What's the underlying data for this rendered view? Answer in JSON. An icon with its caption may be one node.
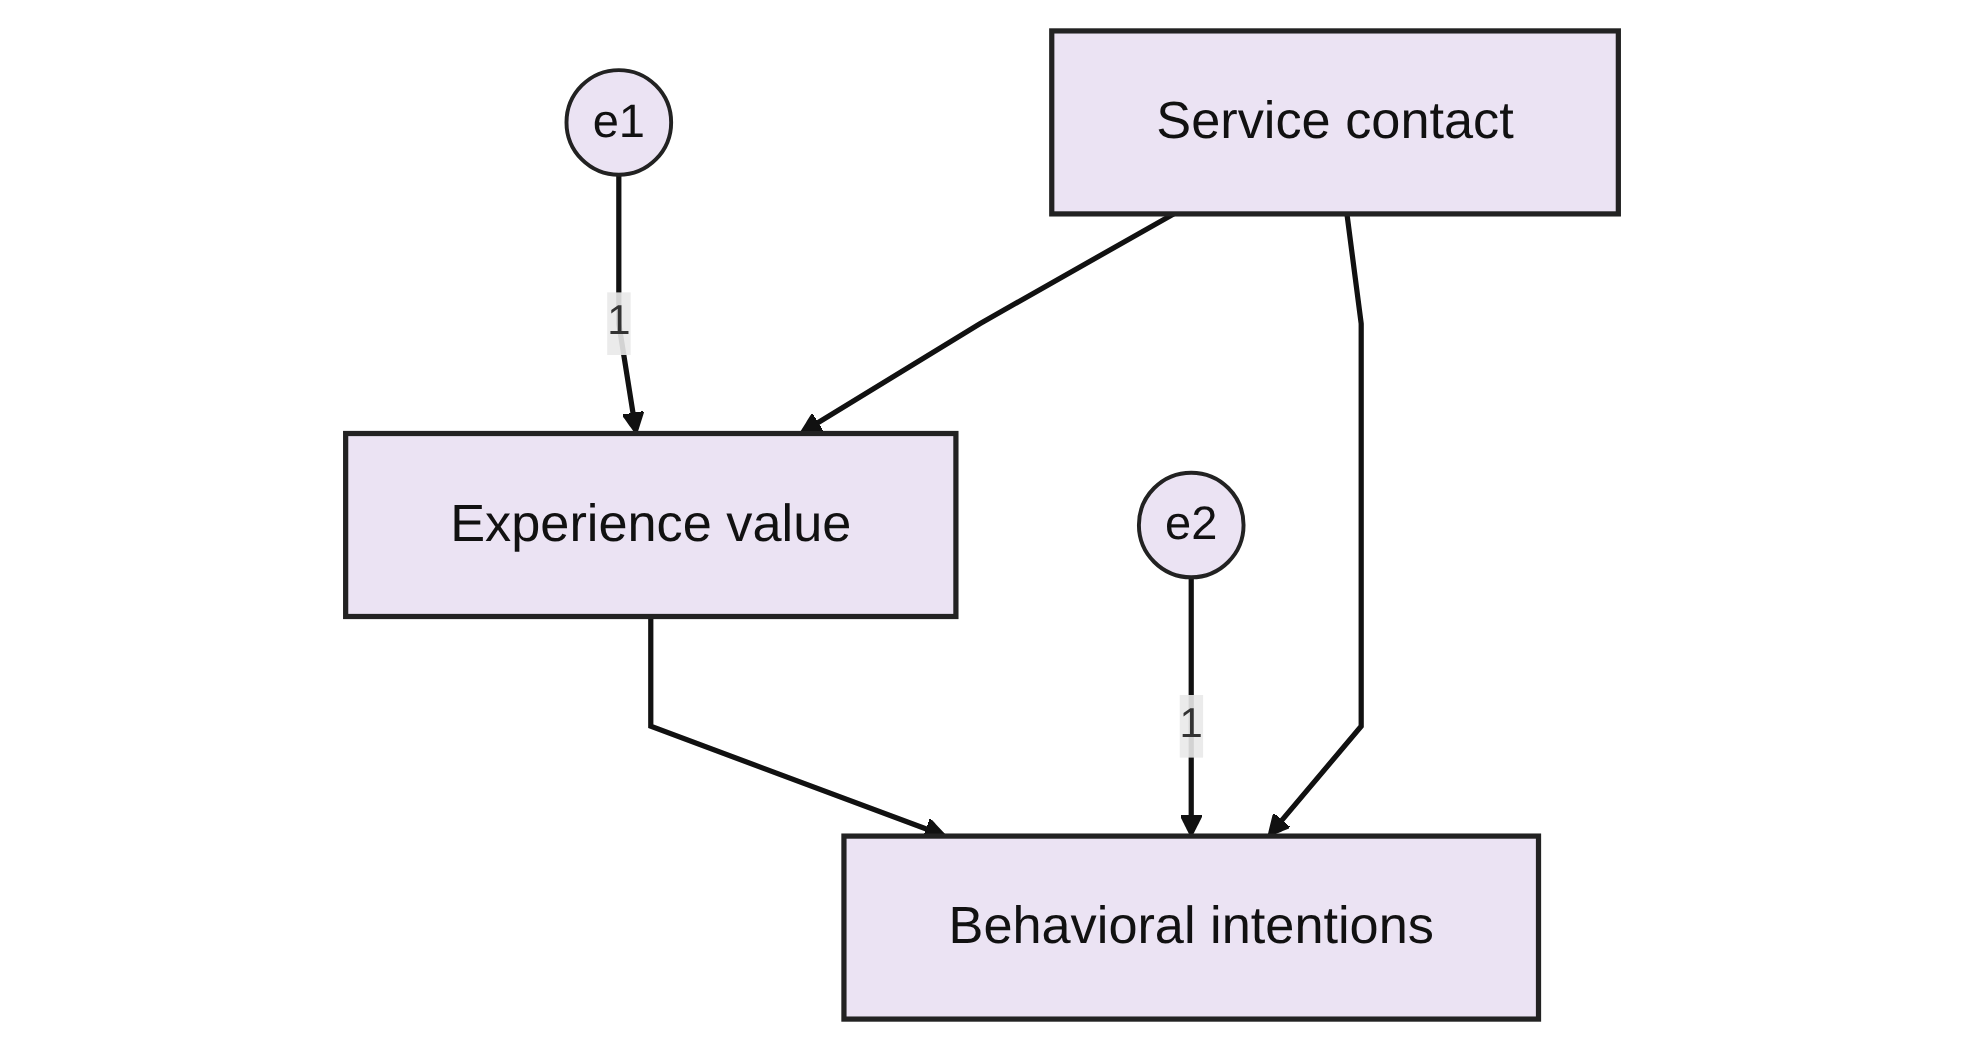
{
  "diagram": {
    "nodes": [
      {
        "text": [
          "e1"
        ]
      },
      {
        "text": [
          "Experience value"
        ]
      },
      {
        "text": [
          "e2"
        ]
      },
      {
        "text": [
          "Service contact"
        ]
      },
      {
        "text": [
          "Behavioral intentions"
        ]
      }
    ],
    "edges": [
      {
        "from": 0,
        "to": 1,
        "arrow": "to",
        "label": "1"
      },
      {
        "from": 3,
        "to": 1,
        "arrow": "to"
      },
      {
        "from": 1,
        "to": 4,
        "arrow": "to"
      },
      {
        "from": 2,
        "to": 4,
        "arrow": "to",
        "label": "1"
      },
      {
        "from": 3,
        "to": 4,
        "arrow": "to"
      }
    ]
  }
}
